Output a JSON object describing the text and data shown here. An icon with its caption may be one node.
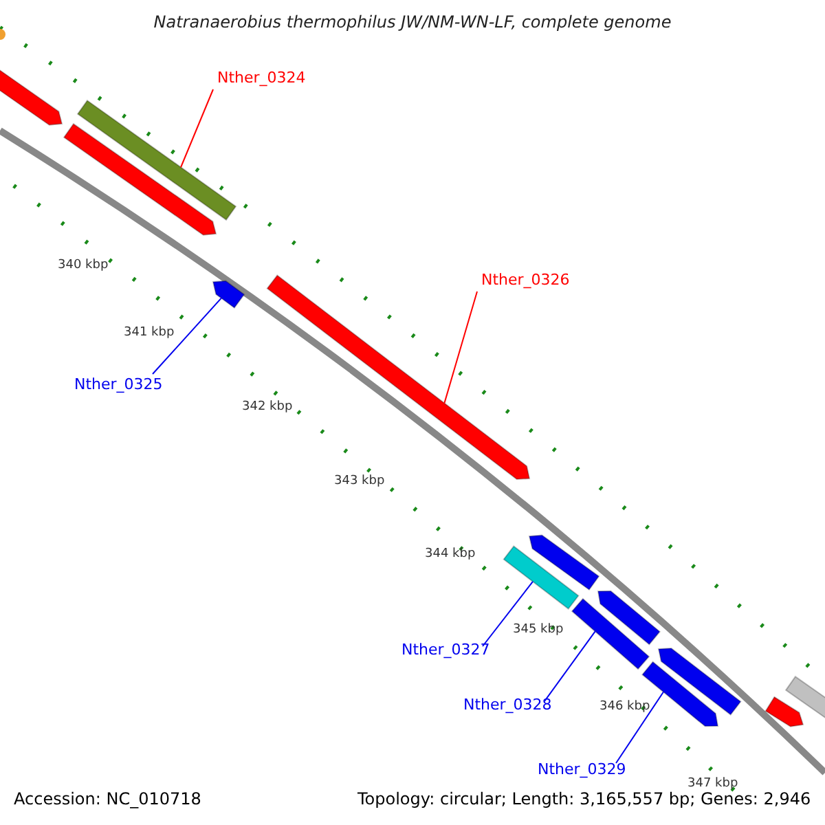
{
  "diagram": {
    "title": "Natranaerobius thermophilus JW/NM-WN-LF, complete genome",
    "nodes": [
      {
        "text": [
          "Nther_0324"
        ]
      },
      {
        "text": [],
        "shape": "bar"
      },
      {
        "text": [
          "Nther_0326"
        ]
      },
      {
        "text": [],
        "shape": "bar"
      },
      {
        "text": [
          "Nther_0325"
        ]
      },
      {
        "text": [],
        "shape": "bar"
      },
      {
        "text": [
          "Nther_0327"
        ]
      },
      {
        "text": [],
        "shape": "bar"
      },
      {
        "text": [
          "Nther_0328"
        ]
      },
      {
        "text": [],
        "shape": "bar"
      },
      {
        "text": [
          "Nther_0329"
        ]
      },
      {
        "text": [],
        "shape": "bar"
      },
      {
        "text": [],
        "shape": "bar"
      },
      {
        "text": [],
        "shape": "bar"
      },
      {
        "text": [],
        "shape": "bar"
      },
      {
        "text": [],
        "shape": "bar"
      },
      {
        "text": [],
        "shape": "bar"
      },
      {
        "text": [],
        "shape": "bar"
      },
      {
        "text": [],
        "shape": "bar"
      }
    ],
    "edges": [
      {
        "from": 0,
        "to": 1,
        "arrow": "none",
        "color": "#ff0000"
      },
      {
        "from": 2,
        "to": 3,
        "arrow": "none",
        "color": "#ff0000"
      },
      {
        "from": 4,
        "to": 5,
        "arrow": "none"
      },
      {
        "from": 6,
        "to": 7,
        "arrow": "none"
      },
      {
        "from": 8,
        "to": 9,
        "arrow": "none"
      },
      {
        "from": 10,
        "to": 11,
        "arrow": "none"
      }
    ],
    "labels": [
      "340 kbp",
      "341 kbp",
      "342 kbp",
      "343 kbp",
      "344 kbp",
      "345 kbp",
      "346 kbp",
      "347 kbp",
      "Accession: NC_010718",
      "Topology: circular; Length: 3,165,557 bp; Genes: 2,946"
    ]
  }
}
